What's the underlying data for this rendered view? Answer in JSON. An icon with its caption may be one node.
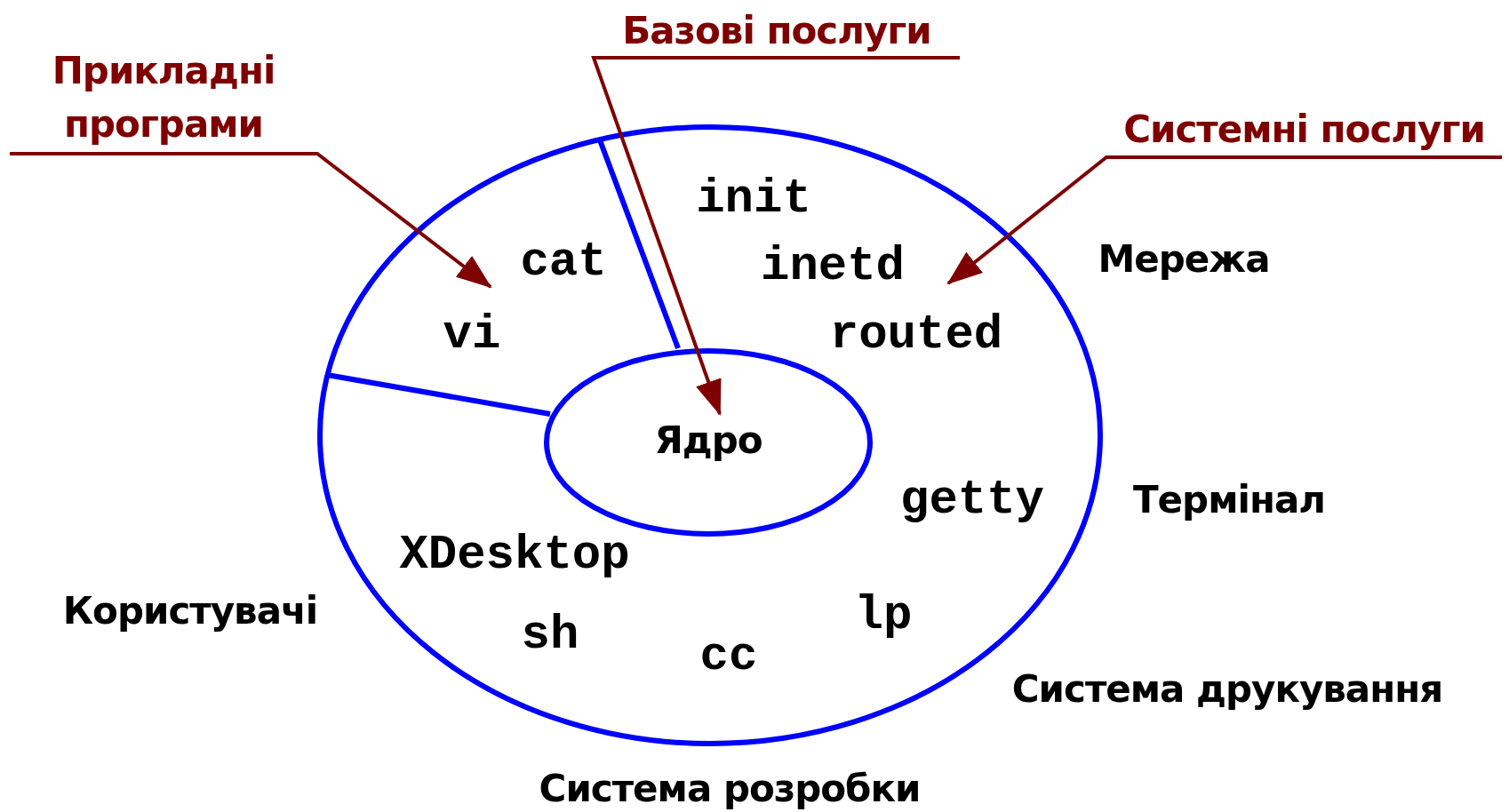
{
  "diagram": {
    "nodes": [
      {
        "text": [
          "Прикладні програми"
        ]
      },
      {
        "text": [
          "Базові послуги"
        ]
      },
      {
        "text": [
          "Системні послуги"
        ]
      },
      {
        "text": [
          "init",
          "cat",
          "inetd",
          "vi",
          "routed",
          "getty",
          "XDesktop",
          "lp",
          "sh",
          "cc"
        ]
      },
      {
        "text": [
          "Ядро"
        ],
        "in": 3
      }
    ],
    "edges": [
      {
        "from": 0,
        "to": null,
        "arrow": "to"
      },
      {
        "from": 1,
        "to": 4,
        "arrow": "to"
      },
      {
        "from": 2,
        "to": null,
        "arrow": "to"
      }
    ],
    "labels": [
      "Мережа",
      "Термінал",
      "Користувачі",
      "Система друкування",
      "Система розробки"
    ]
  }
}
